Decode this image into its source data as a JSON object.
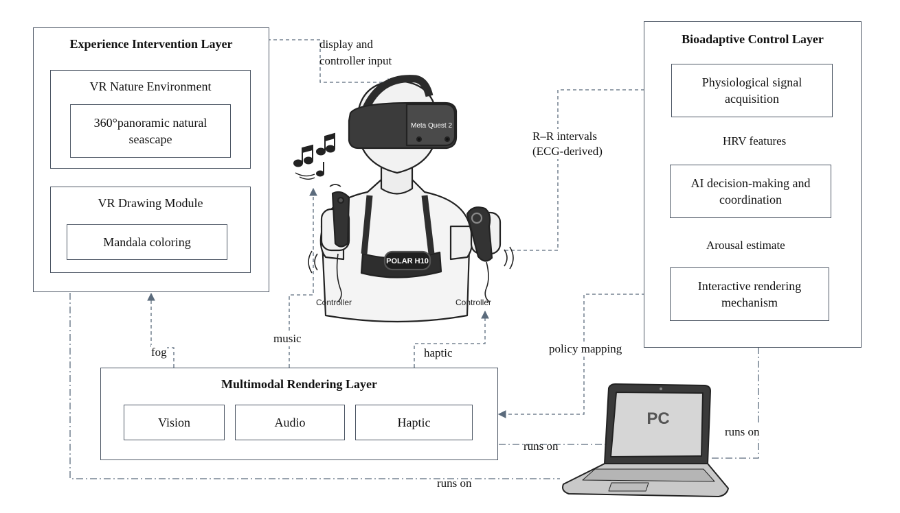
{
  "experience_layer": {
    "title": "Experience Intervention Layer",
    "nature_env": {
      "title": "VR Nature Environment",
      "content": "360°panoramic natural seascape"
    },
    "drawing_module": {
      "title": "VR Drawing Module",
      "content": "Mandala coloring"
    }
  },
  "bioadaptive_layer": {
    "title": "Bioadaptive Control Layer",
    "acquisition": "Physiological signal acquisition",
    "ai": "AI decision-making and coordination",
    "rendering": "Interactive rendering mechanism"
  },
  "multimodal_layer": {
    "title": "Multimodal Rendering Layer",
    "vision": "Vision",
    "audio": "Audio",
    "haptic": "Haptic"
  },
  "illustration": {
    "headset_text": "Meta Quest 2",
    "strap_text": "POLAR H10",
    "controller_left": "Controller",
    "controller_right": "Controller",
    "pc_text": "PC"
  },
  "edges": {
    "display_input": "display and controller input",
    "rr_intervals": "R–R intervals (ECG-derived)",
    "hrv": "HRV features",
    "arousal": "Arousal estimate",
    "policy": "policy mapping",
    "fog": "fog",
    "music": "music",
    "haptic": "haptic",
    "runs_on_1": "runs on",
    "runs_on_2": "runs on",
    "runs_on_3": "runs on"
  },
  "colors": {
    "border": "#4b5563",
    "arrow": "#5b6b7c",
    "sketch": "#222222"
  }
}
